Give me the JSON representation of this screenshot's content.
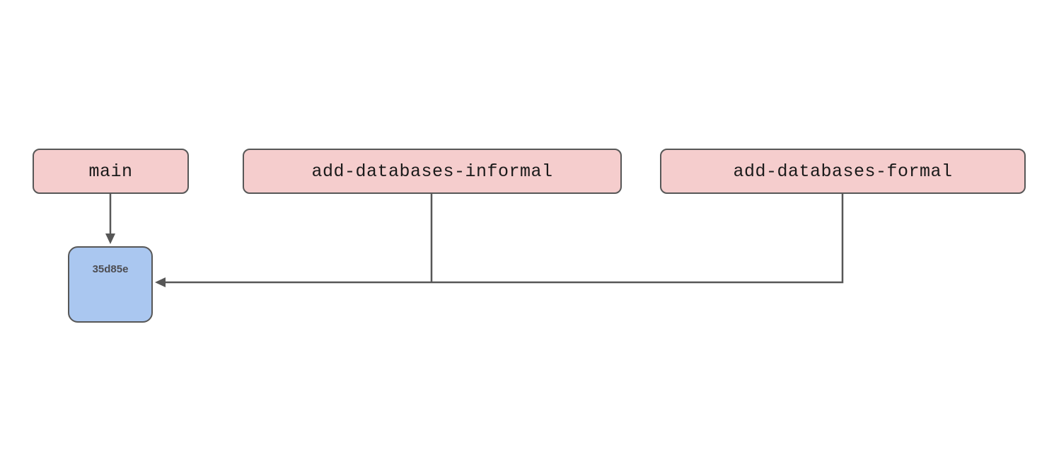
{
  "diagram": {
    "type": "git-branch-graph",
    "background_color": "#ffffff",
    "colors": {
      "branch_fill": "#f5cdcd",
      "commit_fill": "#aac7f0",
      "node_border": "#575757",
      "edge_stroke": "#575757",
      "branch_text": "#1a1a1a",
      "commit_text": "#4d4d52"
    },
    "branches": [
      {
        "id": "main",
        "label": "main"
      },
      {
        "id": "informal",
        "label": "add-databases-informal"
      },
      {
        "id": "formal",
        "label": "add-databases-formal"
      }
    ],
    "commits": [
      {
        "id": "commit-35d85e",
        "label": "35d85e"
      }
    ],
    "edges": [
      {
        "from": "main",
        "to": "commit-35d85e",
        "arrow": "down"
      },
      {
        "from": "informal",
        "to": "commit-35d85e",
        "arrow": "left"
      },
      {
        "from": "formal",
        "to": "commit-35d85e",
        "arrow": "left"
      }
    ]
  }
}
